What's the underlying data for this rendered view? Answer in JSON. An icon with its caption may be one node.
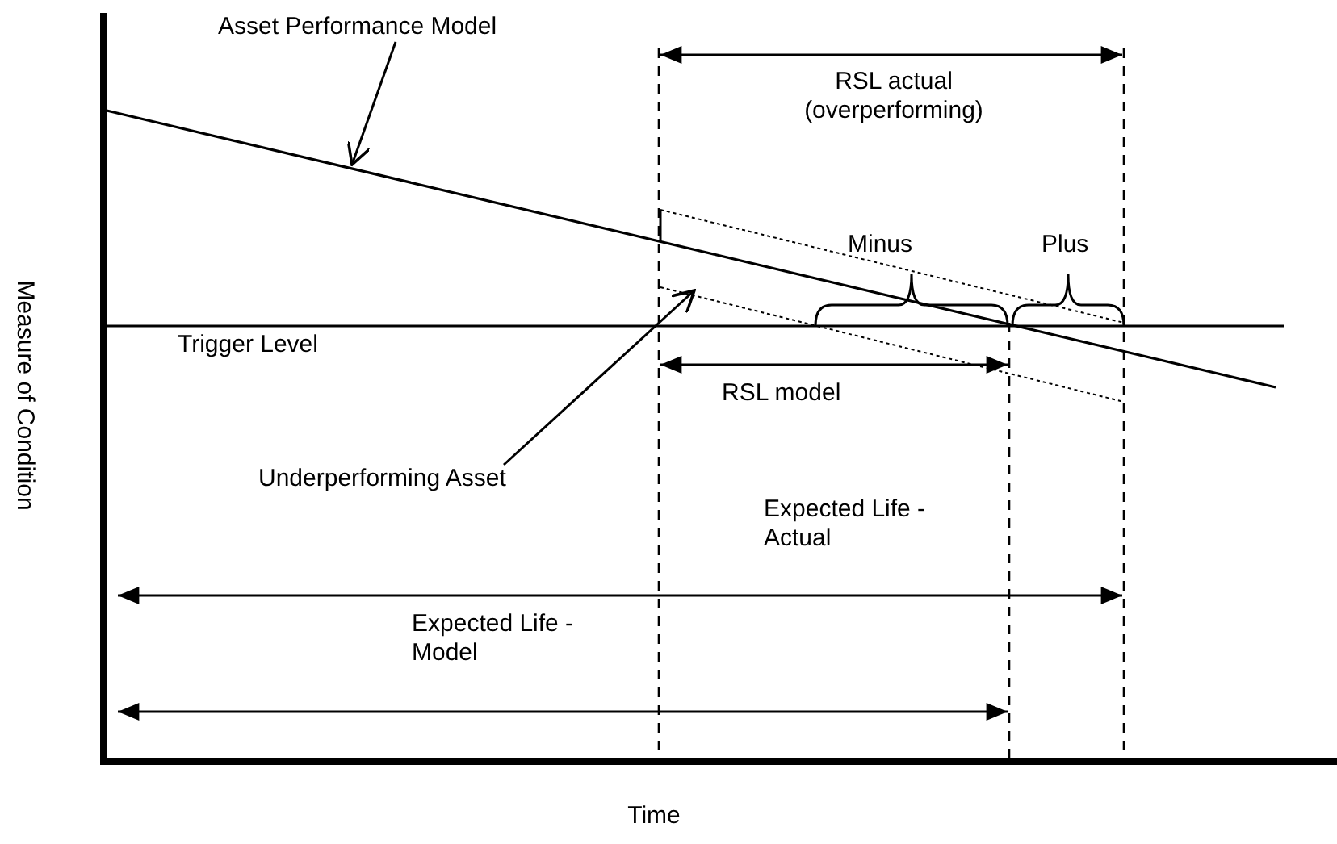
{
  "diagram": {
    "nodes": [
      {
        "text": [
          "Asset Performance Model"
        ]
      },
      {
        "text": [
          "Underperforming Asset"
        ]
      }
    ],
    "edges": [
      {
        "from": 0,
        "to": null,
        "arrow": "to"
      },
      {
        "from": 1,
        "to": null,
        "arrow": "to"
      }
    ],
    "labels": [
      "RSL actual (overperforming)",
      "Minus",
      "Plus",
      "Trigger Level",
      "RSL model",
      "Expected Life - Actual",
      "Expected Life - Model",
      "Measure of Condition",
      "Time"
    ]
  }
}
